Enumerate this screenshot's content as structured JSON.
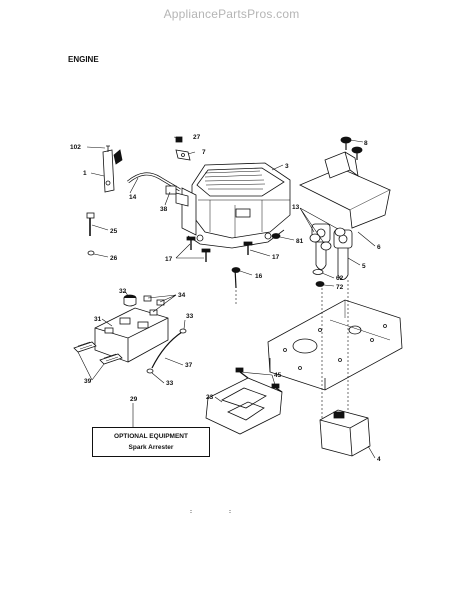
{
  "header": {
    "watermark": "AppliancePartsPros.com"
  },
  "diagram": {
    "title": "ENGINE"
  },
  "callouts": {
    "c102": "102",
    "c27": "27",
    "c7": "7",
    "c3": "3",
    "c8": "8",
    "c1": "1",
    "c14": "14",
    "c38": "38",
    "c13": "13",
    "c25": "25",
    "c81": "81",
    "c6": "6",
    "c26": "26",
    "c17a": "17",
    "c17b": "17",
    "c16": "16",
    "c62": "62",
    "c5": "5",
    "c72": "72",
    "c32": "32",
    "c34": "34",
    "c31": "31",
    "c33a": "33",
    "c37": "37",
    "c39": "39",
    "c33b": "33",
    "c45": "45",
    "c29": "29",
    "c23": "23",
    "c4": "4"
  },
  "optional_box": {
    "title": "OPTIONAL EQUIPMENT",
    "subtitle": "Spark Arrester"
  }
}
